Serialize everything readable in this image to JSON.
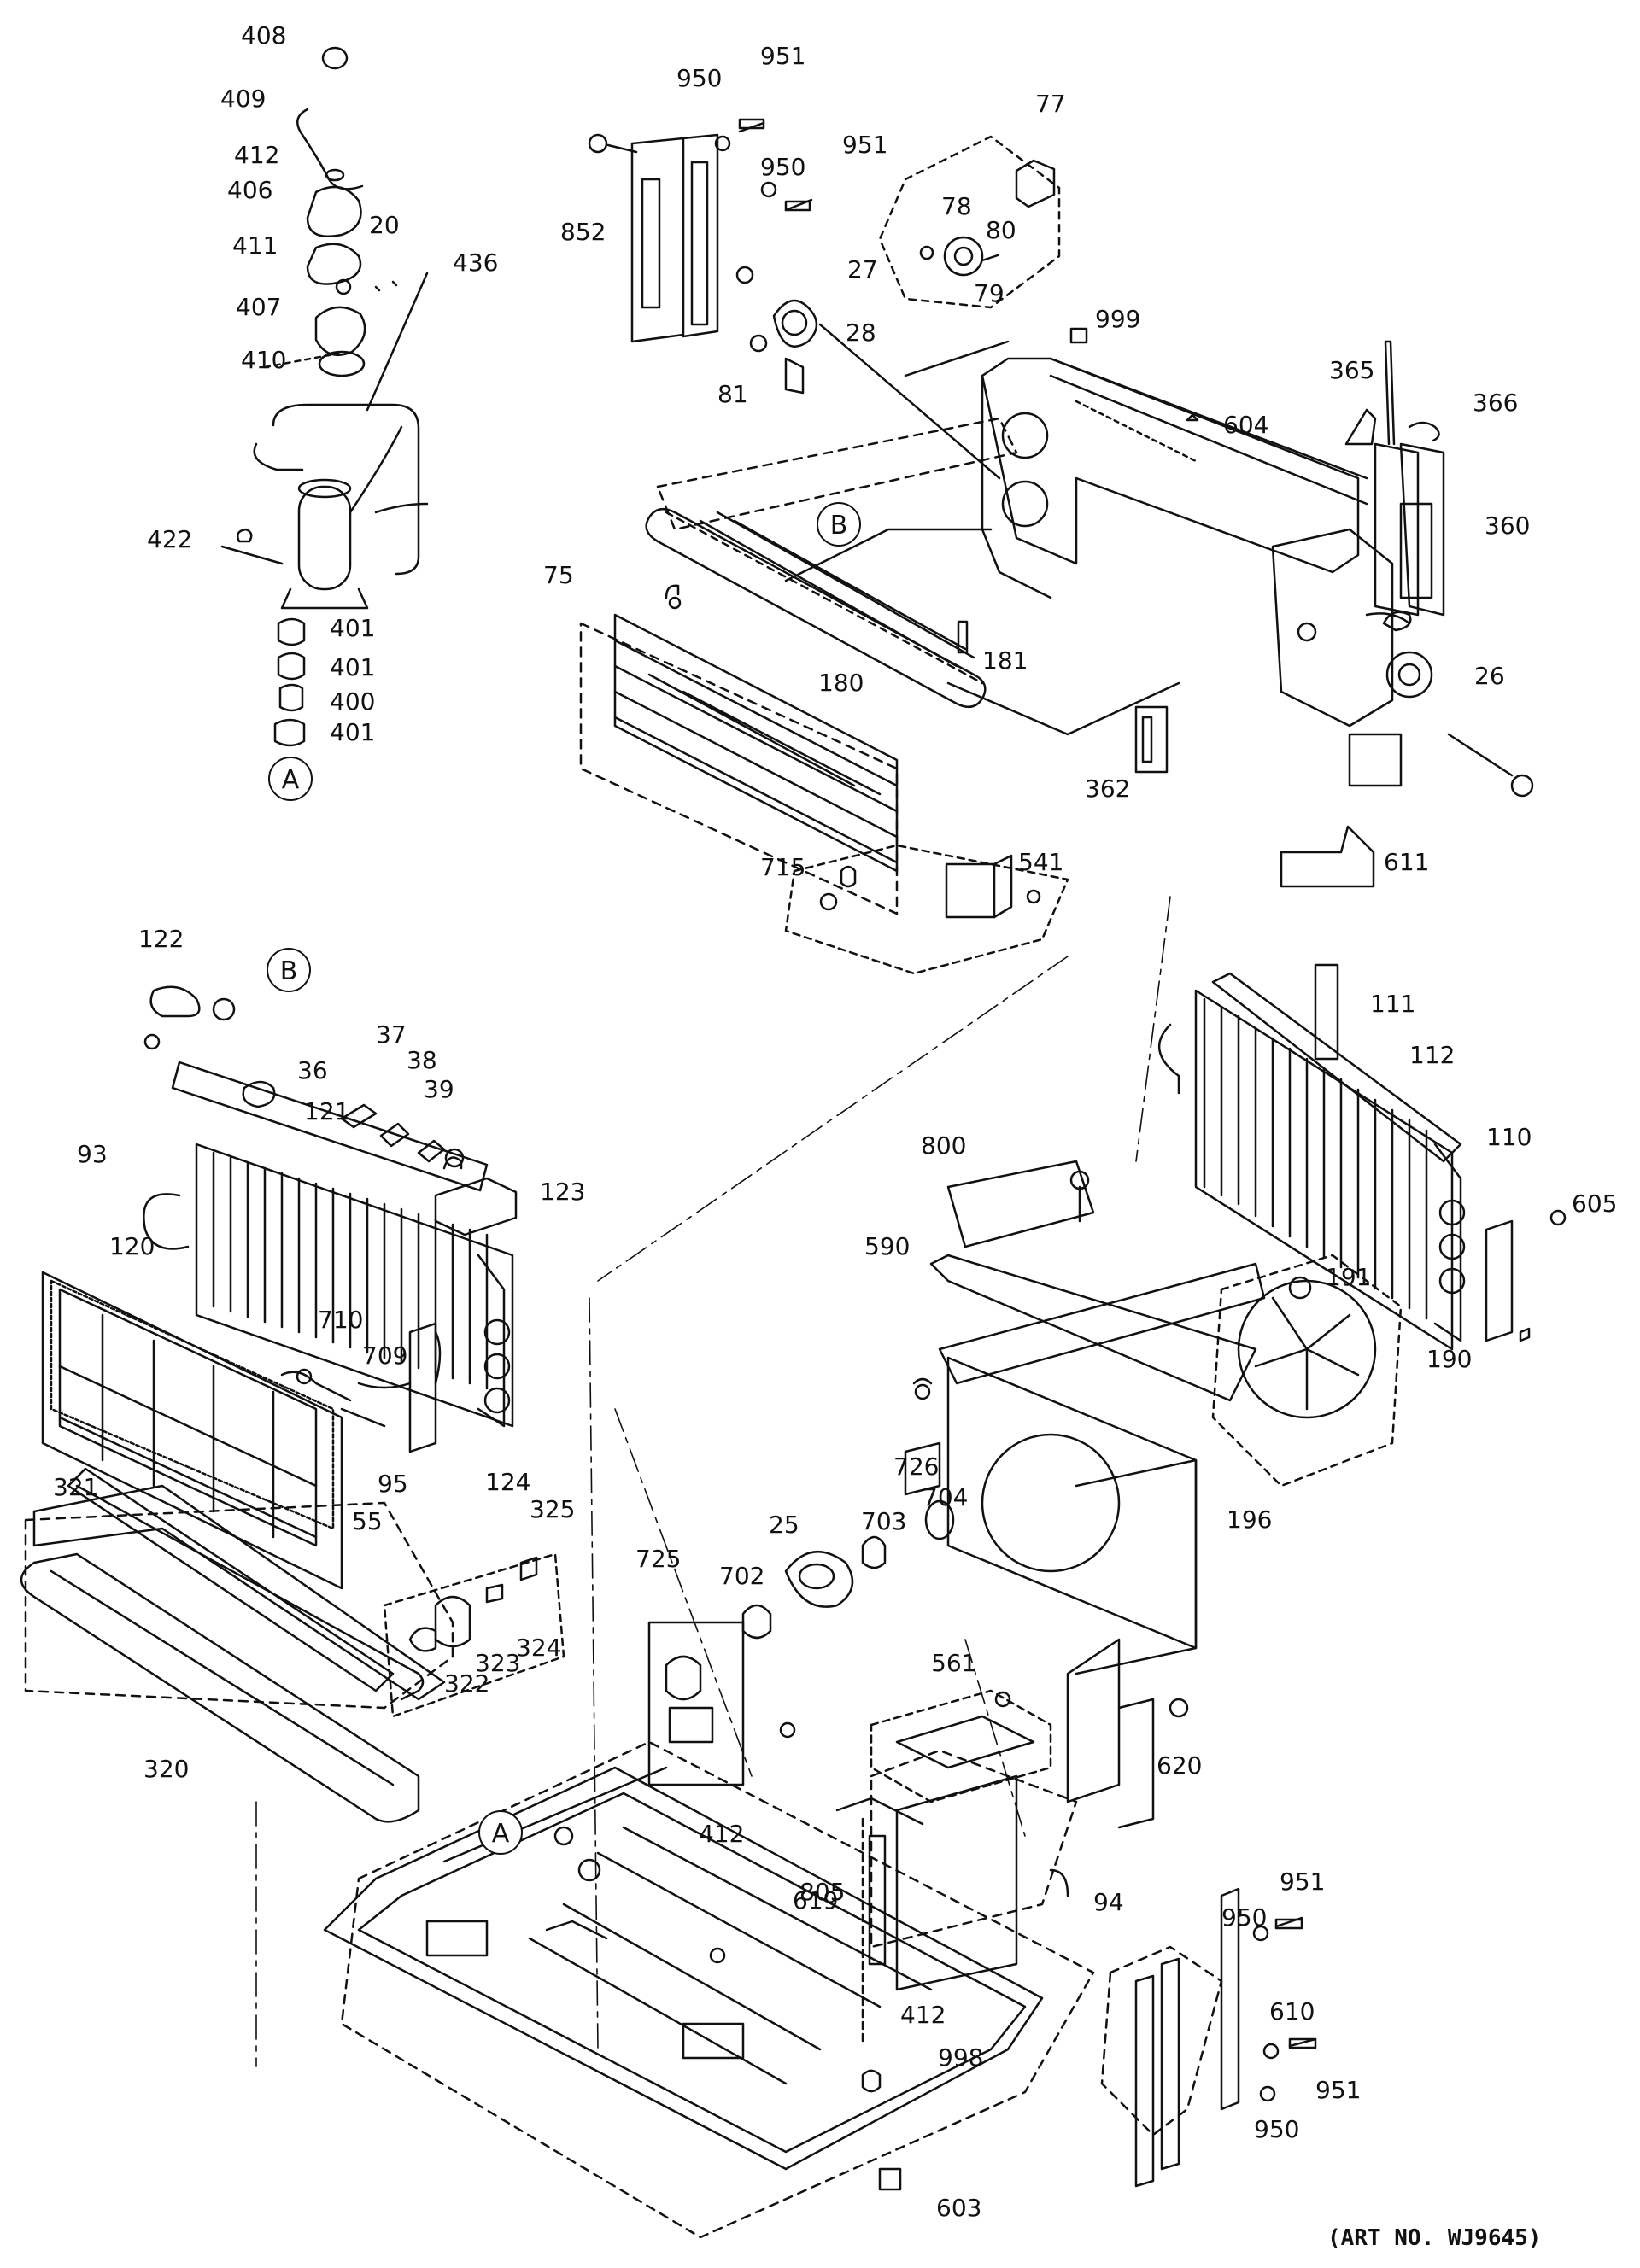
{
  "parts": {
    "p408": "408",
    "p409": "409",
    "p412a": "412",
    "p406": "406",
    "p411": "411",
    "p20": "20",
    "p436": "436",
    "p407": "407",
    "p410": "410",
    "p422": "422",
    "p401a": "401",
    "p401b": "401",
    "p400": "400",
    "p401c": "401",
    "p950a": "950",
    "p951a": "951",
    "p950b": "950",
    "p951b": "951",
    "p77": "77",
    "p852": "852",
    "p78": "78",
    "p80": "80",
    "p27": "27",
    "p79": "79",
    "p28": "28",
    "p81": "81",
    "p999": "999",
    "p365": "365",
    "p366": "366",
    "p604": "604",
    "p360": "360",
    "p75": "75",
    "p181": "181",
    "p180": "180",
    "p26": "26",
    "p362": "362",
    "p541": "541",
    "p715": "715",
    "p611": "611",
    "p122": "122",
    "p36": "36",
    "p37": "37",
    "p38": "38",
    "p39": "39",
    "p121": "121",
    "p93": "93",
    "p123": "123",
    "p120": "120",
    "p710": "710",
    "p709": "709",
    "p95": "95",
    "p124": "124",
    "p55": "55",
    "p111": "111",
    "p112": "112",
    "p110": "110",
    "p605": "605",
    "p800": "800",
    "p590": "590",
    "p191": "191",
    "p190": "190",
    "p196": "196",
    "p726": "726",
    "p704": "704",
    "p25": "25",
    "p703": "703",
    "p725": "725",
    "p702": "702",
    "p321": "321",
    "p325": "325",
    "p322": "322",
    "p323": "323",
    "p324": "324",
    "p320": "320",
    "p561": "561",
    "p620": "620",
    "p412b": "412",
    "p805": "805",
    "p619": "619",
    "p94": "94",
    "p951c": "951",
    "p950c": "950",
    "p610": "610",
    "p412c": "412",
    "p998": "998",
    "p951d": "951",
    "p950d": "950",
    "p603": "603"
  },
  "callouts": {
    "a_top": "A",
    "b_top": "B",
    "b_mid": "B",
    "a_bot": "A"
  },
  "art_number": "(ART NO. WJ9645)",
  "colors": {
    "ink": "#111111",
    "paper": "#ffffff"
  }
}
